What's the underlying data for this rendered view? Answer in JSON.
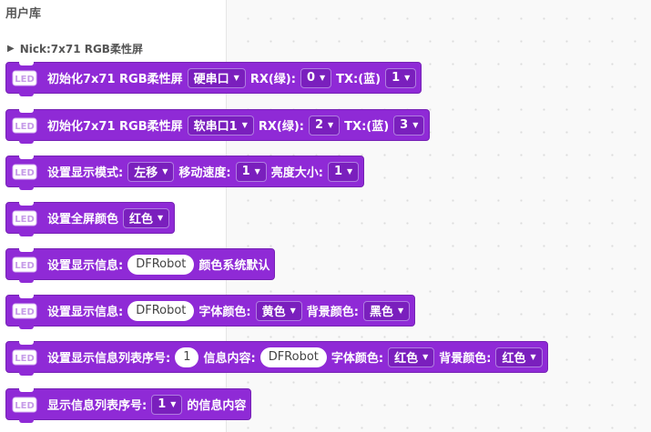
{
  "panel": {
    "title": "用户库",
    "category": "Nick:7x71 RGB柔性屏"
  },
  "colors": {
    "block_fill": "#8f2ad6",
    "block_border": "#7622b5",
    "dropdown_fill": "#7a1fbd"
  },
  "icon_label": "LED",
  "blocks": [
    {
      "text1": "初始化7x71 RGB柔性屏",
      "dd1": "硬串口",
      "text2": "RX(绿):",
      "dd2": "0",
      "text3": "TX:(蓝)",
      "dd3": "1"
    },
    {
      "text1": "初始化7x71 RGB柔性屏",
      "dd1": "软串口1",
      "text2": "RX(绿):",
      "dd2": "2",
      "text3": "TX:(蓝)",
      "dd3": "3"
    },
    {
      "text1": "设置显示模式:",
      "dd1": "左移",
      "text2": "移动速度:",
      "dd2": "1",
      "text3": "亮度大小:",
      "dd3": "1"
    },
    {
      "text1": "设置全屏颜色",
      "dd1": "红色"
    },
    {
      "text1": "设置显示信息:",
      "input1": "DFRobot",
      "text2": "颜色系统默认"
    },
    {
      "text1": "设置显示信息:",
      "input1": "DFRobot",
      "text2": "字体颜色:",
      "dd1": "黄色",
      "text3": "背景颜色:",
      "dd2": "黑色"
    },
    {
      "text1": "设置显示信息列表序号:",
      "input1": "1",
      "text2": "信息内容:",
      "input2": "DFRobot",
      "text3": "字体颜色:",
      "dd1": "红色",
      "text4": "背景颜色:",
      "dd2": "红色"
    },
    {
      "text1": "显示信息列表序号:",
      "dd1": "1",
      "text2": "的信息内容"
    }
  ]
}
